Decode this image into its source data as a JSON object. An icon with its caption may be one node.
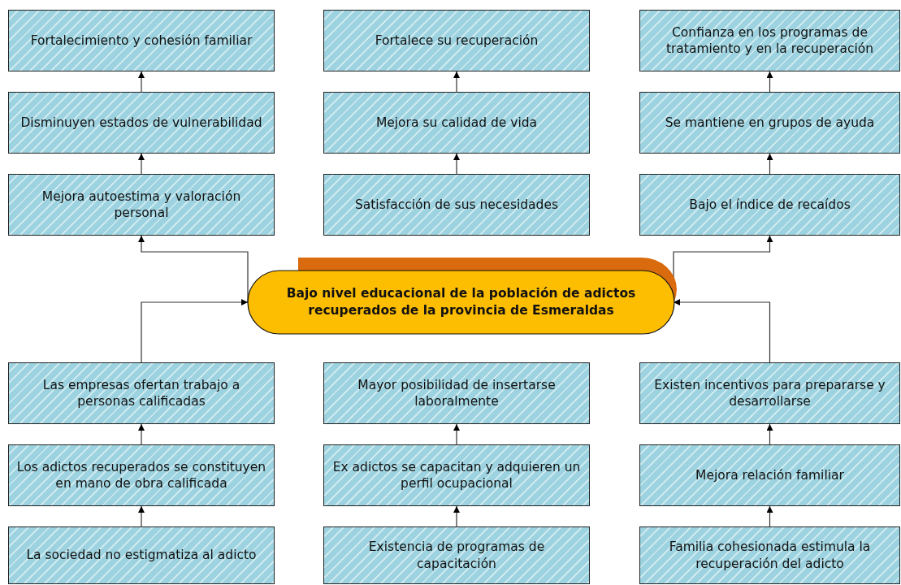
{
  "diagram": {
    "nodes": [
      {
        "text": [
          "Fortalecimiento y cohesión familiar"
        ]
      },
      {
        "text": [
          "Fortalece su recuperación"
        ]
      },
      {
        "text": [
          "Confianza en los programas de tratamiento y en la recuperación"
        ]
      },
      {
        "text": [
          "Disminuyen estados de vulnerabilidad"
        ]
      },
      {
        "text": [
          "Mejora su calidad de vida"
        ]
      },
      {
        "text": [
          "Se mantiene en grupos de ayuda"
        ]
      },
      {
        "text": [
          "Mejora  autoestima y valoración personal"
        ]
      },
      {
        "text": [
          "Satisfacción de sus necesidades"
        ]
      },
      {
        "text": [
          "Bajo el índice de recaídos"
        ]
      },
      {
        "text": [
          "Bajo nivel educacional de la población de adictos recuperados de la provincia de Esmeraldas"
        ]
      },
      {
        "text": [
          "Las empresas ofertan trabajo a personas  calificadas"
        ]
      },
      {
        "text": [
          "Mayor posibilidad de insertarse laboralmente"
        ]
      },
      {
        "text": [
          "Existen incentivos para prepararse y desarrollarse"
        ]
      },
      {
        "text": [
          "Los adictos recuperados se constituyen en  mano de obra calificada"
        ]
      },
      {
        "text": [
          "Ex adictos se capacitan y adquieren un perfil ocupacional"
        ]
      },
      {
        "text": [
          "Mejora relación familiar"
        ]
      },
      {
        "text": [
          "La sociedad no estigmatiza al adicto"
        ]
      },
      {
        "text": [
          "Existencia de programas de capacitación"
        ]
      },
      {
        "text": [
          "Familia cohesionada estimula la recuperación del adicto"
        ]
      }
    ],
    "edges": [
      {
        "from": 3,
        "to": 0,
        "arrow": "to"
      },
      {
        "from": 6,
        "to": 3,
        "arrow": "to"
      },
      {
        "from": 4,
        "to": 1,
        "arrow": "to"
      },
      {
        "from": 7,
        "to": 4,
        "arrow": "to"
      },
      {
        "from": 5,
        "to": 2,
        "arrow": "to"
      },
      {
        "from": 8,
        "to": 5,
        "arrow": "to"
      },
      {
        "from": 9,
        "to": 6,
        "arrow": "to"
      },
      {
        "from": 9,
        "to": 8,
        "arrow": "to"
      },
      {
        "from": 10,
        "to": 9,
        "arrow": "to"
      },
      {
        "from": 12,
        "to": 9,
        "arrow": "to"
      },
      {
        "from": 13,
        "to": 10,
        "arrow": "to"
      },
      {
        "from": 16,
        "to": 13,
        "arrow": "to"
      },
      {
        "from": 14,
        "to": 11,
        "arrow": "to"
      },
      {
        "from": 17,
        "to": 14,
        "arrow": "to"
      },
      {
        "from": 15,
        "to": 12,
        "arrow": "to"
      },
      {
        "from": 18,
        "to": 15,
        "arrow": "to"
      }
    ]
  }
}
